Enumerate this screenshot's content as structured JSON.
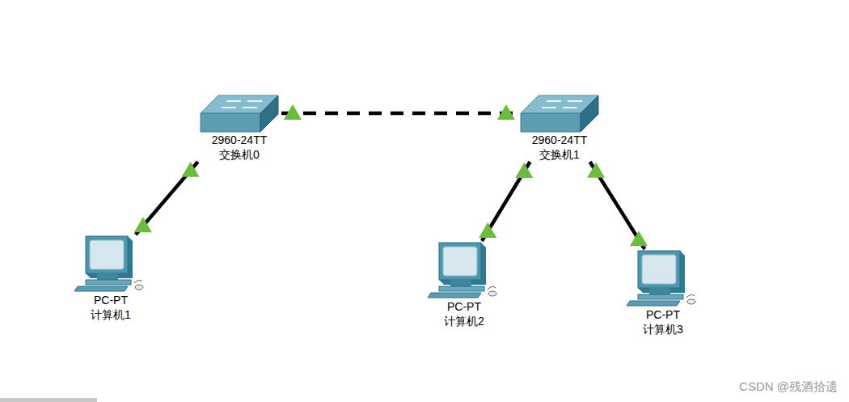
{
  "diagram": {
    "nodes": [
      {
        "text": [
          "2960-24TT",
          "交换机0"
        ]
      },
      {
        "text": [
          "2960-24TT",
          "交换机1"
        ]
      },
      {
        "text": [
          "PC-PT",
          "计算机1"
        ]
      },
      {
        "text": [
          "PC-PT",
          "计算机2"
        ]
      },
      {
        "text": [
          "PC-PT",
          "计算机3"
        ]
      }
    ],
    "edges": [
      {
        "from": 0,
        "to": 1,
        "arrow": "none"
      },
      {
        "from": 0,
        "to": 2,
        "arrow": "none"
      },
      {
        "from": 1,
        "to": 3,
        "arrow": "none"
      },
      {
        "from": 1,
        "to": 4,
        "arrow": "none"
      }
    ],
    "labels": [
      "CSDN @残酒拾遗"
    ]
  }
}
